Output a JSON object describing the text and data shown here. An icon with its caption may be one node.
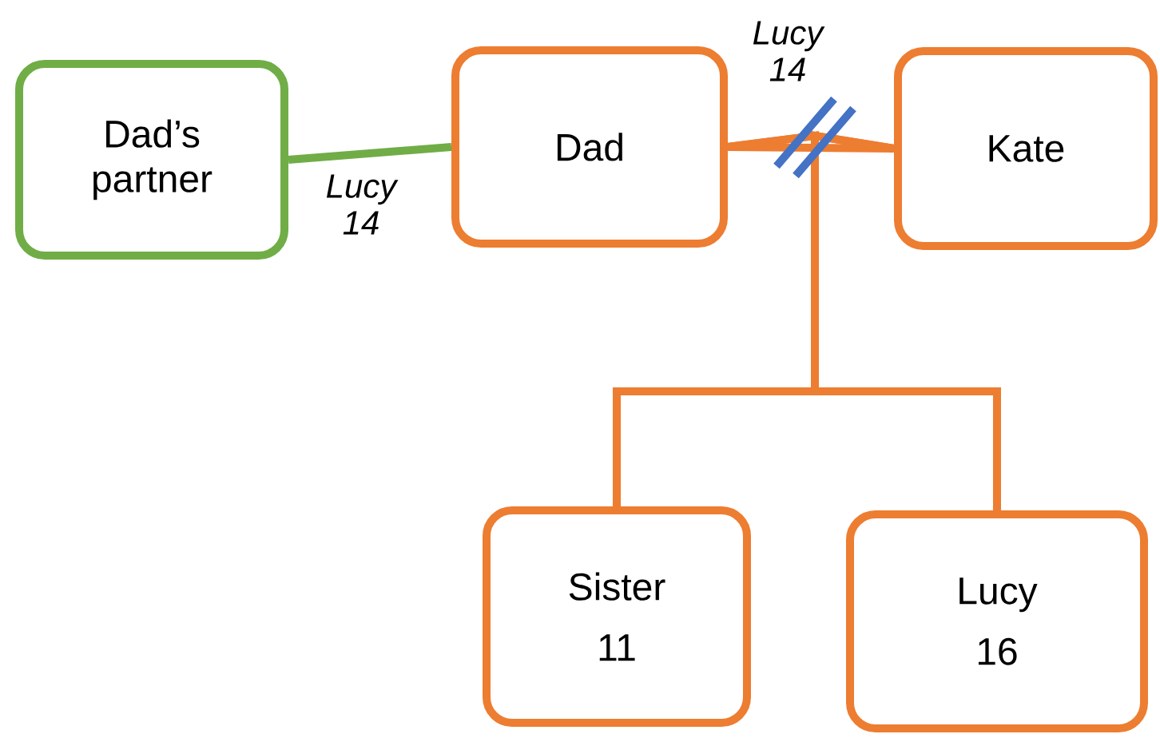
{
  "diagram": {
    "nodes": [
      {
        "text": [
          "Dad’s partner"
        ]
      },
      {
        "text": [
          "Dad"
        ]
      },
      {
        "text": [
          "Kate"
        ]
      },
      {
        "text": [
          "Sister",
          "11"
        ]
      },
      {
        "text": [
          "Lucy",
          "16"
        ]
      }
    ],
    "edges": [
      {
        "from": 0,
        "to": 1,
        "arrow": "none",
        "label": "Lucy 14",
        "color": "#70ad47"
      },
      {
        "from": 1,
        "to": 2,
        "arrow": "none",
        "label": "Lucy 14"
      },
      {
        "from": 1,
        "to": 3,
        "arrow": "none"
      },
      {
        "from": 1,
        "to": 4,
        "arrow": "none"
      },
      {
        "from": 2,
        "to": 3,
        "arrow": "none"
      },
      {
        "from": 2,
        "to": 4,
        "arrow": "none"
      }
    ]
  }
}
